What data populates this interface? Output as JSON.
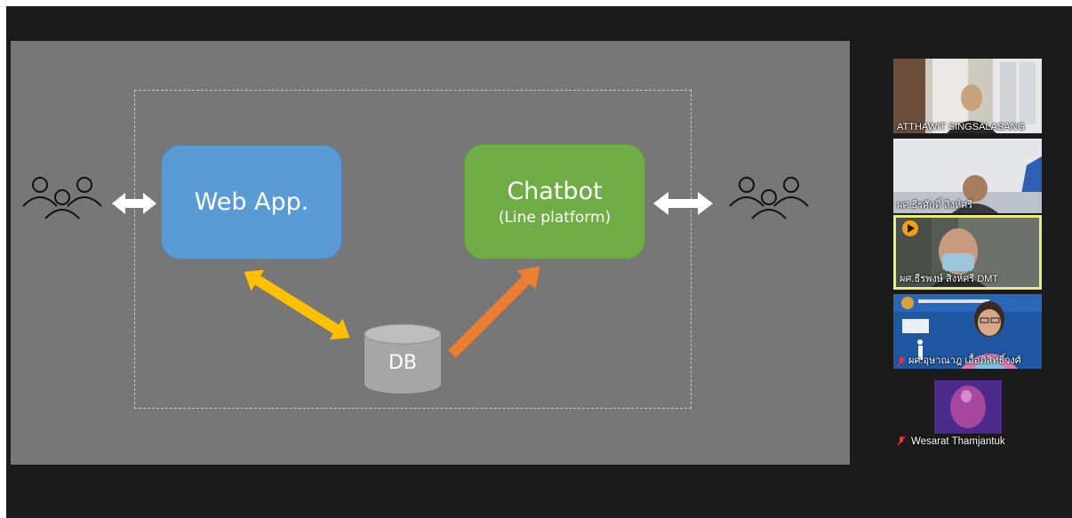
{
  "slide": {
    "web_app_label": "Web App.",
    "chatbot_label": "Chatbot",
    "chatbot_sublabel": "(Line platform)",
    "db_label": "DB"
  },
  "participants": [
    {
      "name": "ATTHAWIT SINGSALASANG",
      "muted": false,
      "active": false
    },
    {
      "name": "ผศ.ธีรศักดิ์ สิงห์ศรี",
      "muted": false,
      "active": false
    },
    {
      "name": "ผศ.ธีรพงษ์ สิงห์ศรี DMT",
      "muted": false,
      "active": true
    },
    {
      "name": "ผศ.อุษาณาฎ เอื้อภิสิทธิ์วงศ์",
      "muted": true,
      "active": false
    },
    {
      "name": "Wesarat Thamjantuk",
      "muted": true,
      "active": false
    }
  ],
  "colors": {
    "web_app": "#5b9bd5",
    "chatbot": "#70ad47",
    "db": "#a6a6a6",
    "arrow_yellow": "#ffc000",
    "arrow_orange": "#ed7d31",
    "active_speaker_border": "#e8ec7a"
  },
  "icons": [
    "users-group-icon",
    "double-arrow-icon",
    "database-icon",
    "mic-off-icon"
  ]
}
